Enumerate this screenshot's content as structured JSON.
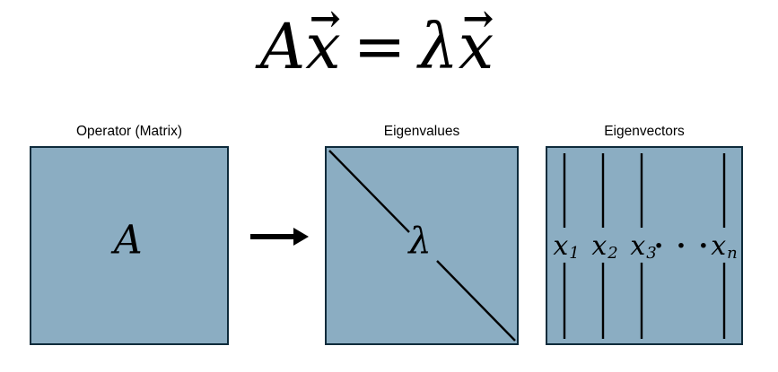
{
  "title_equation": {
    "lhs_operator": "A",
    "lhs_vector_base": "x",
    "vector_arrow": "→",
    "equals": "=",
    "rhs_scalar": "λ",
    "rhs_vector_base": "x"
  },
  "operator_box": {
    "label": "Operator (Matrix)",
    "symbol": "A"
  },
  "eigenvalues_box": {
    "label": "Eigenvalues",
    "symbol": "λ"
  },
  "eigenvectors_box": {
    "label": "Eigenvectors",
    "vectors": [
      {
        "base": "x",
        "sub": "1"
      },
      {
        "base": "x",
        "sub": "2"
      },
      {
        "base": "x",
        "sub": "3"
      }
    ],
    "dots": "· · ·",
    "last_vector": {
      "base": "x",
      "sub": "n"
    }
  },
  "colors": {
    "box_fill": "#8badc2",
    "box_border": "#0e2b3b",
    "stroke": "#000000"
  }
}
